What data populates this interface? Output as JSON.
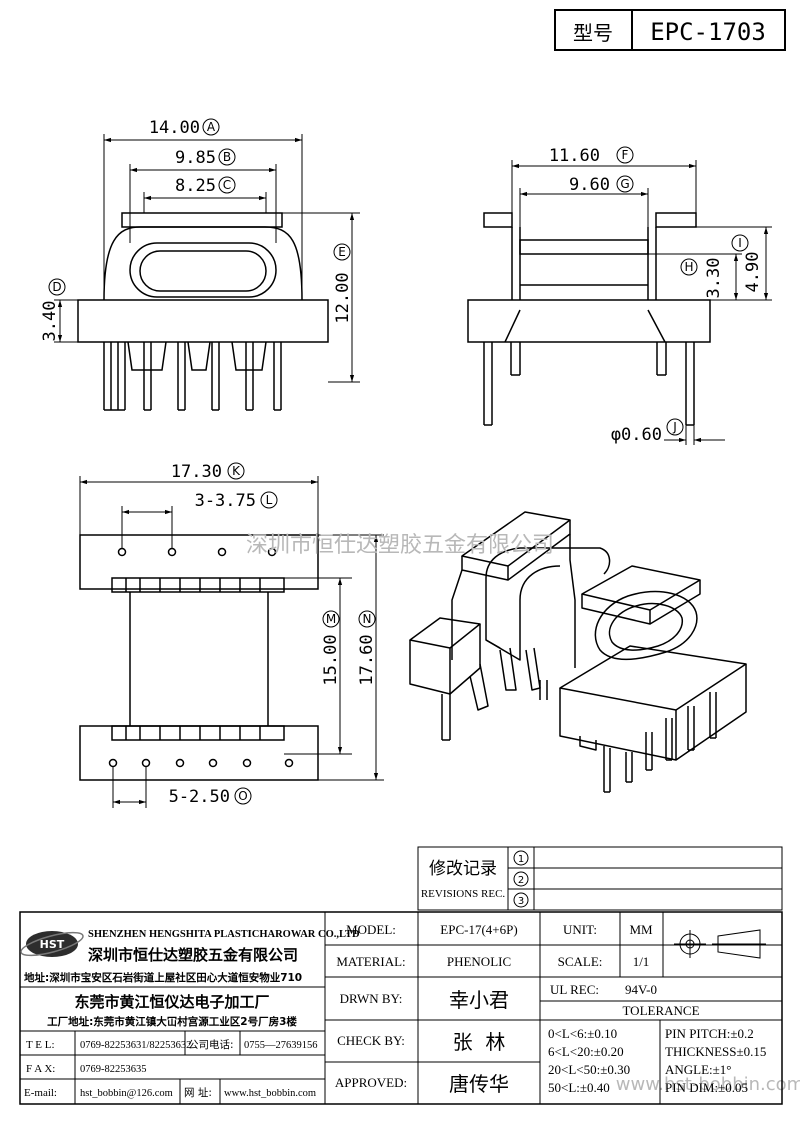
{
  "header": {
    "model_label": "型号",
    "model_value": "EPC-1703"
  },
  "dimensions": {
    "A": {
      "value": "14.00",
      "letter": "A"
    },
    "B": {
      "value": "9.85",
      "letter": "B"
    },
    "C": {
      "value": "8.25",
      "letter": "C"
    },
    "D": {
      "value": "3.40",
      "letter": "D"
    },
    "E": {
      "value": "12.00",
      "letter": "E"
    },
    "F": {
      "value": "11.60",
      "letter": "F"
    },
    "G": {
      "value": "9.60",
      "letter": "G"
    },
    "H": {
      "value": "3.30",
      "letter": "H"
    },
    "I": {
      "value": "4.90",
      "letter": "I"
    },
    "J": {
      "value": "φ0.60",
      "letter": "J"
    },
    "K": {
      "value": "17.30",
      "letter": "K"
    },
    "L": {
      "value": "3-3.75",
      "letter": "L"
    },
    "M": {
      "value": "15.00",
      "letter": "M"
    },
    "N": {
      "value": "17.60",
      "letter": "N"
    },
    "O": {
      "value": "5-2.50",
      "letter": "O"
    }
  },
  "watermark": "深圳市恒仕达塑胶五金有限公司",
  "watermark2": "www.hst-bobbin.com",
  "revisions": {
    "title": "修改记录",
    "subtitle": "REVISIONS REC.",
    "rows": [
      "1",
      "2",
      "3"
    ]
  },
  "company": {
    "name_en": "SHENZHEN HENGSHITA PLASTICHAROWAR CO.,LTD",
    "name_cn": "深圳市恒仕达塑胶五金有限公司",
    "address": "地址:深圳市宝安区石岩街道上屋社区田心大道恒安物业710",
    "factory_name": "东莞市黄江恒仪达电子加工厂",
    "factory_address": "工厂地址:东莞市黄江镇大冚村宫源工业区2号厂房3楼",
    "logo_text": "HST",
    "tel_label": "T E L:",
    "tel_value": "0769-82253631/82253632",
    "company_tel_label": "公司电话:",
    "company_tel_value": "0755—27639156",
    "fax_label": "F A X:",
    "fax_value": "0769-82253635",
    "email_label": "E-mail:",
    "email_value": "hst_bobbin@126.com",
    "web_label": "网 址:",
    "web_value": "www.hst_bobbin.com"
  },
  "specs": {
    "model_label": "MODEL:",
    "model_value": "EPC-17(4+6P)",
    "material_label": "MATERIAL:",
    "material_value": "PHENOLIC",
    "drawn_label": "DRWN BY:",
    "drawn_value": "幸小君",
    "check_label": "CHECK BY:",
    "check_value": "张  林",
    "approved_label": "APPROVED:",
    "approved_value": "唐传华",
    "unit_label": "UNIT:",
    "unit_value": "MM",
    "scale_label": "SCALE:",
    "scale_value": "1/1",
    "ul_label": "UL REC:",
    "ul_value": "94V-0",
    "tolerance_title": "TOLERANCE",
    "tol_1": "0<L<6:±0.10",
    "tol_2": "6<L<20:±0.20",
    "tol_3": "20<L<50:±0.30",
    "tol_4": "50<L:±0.40",
    "pin_pitch": "PIN PITCH:±0.2",
    "thickness": "THICKNESS±0.15",
    "angle": "ANGLE:±1°",
    "pin_dim": "PIN DIM:±0.05"
  }
}
